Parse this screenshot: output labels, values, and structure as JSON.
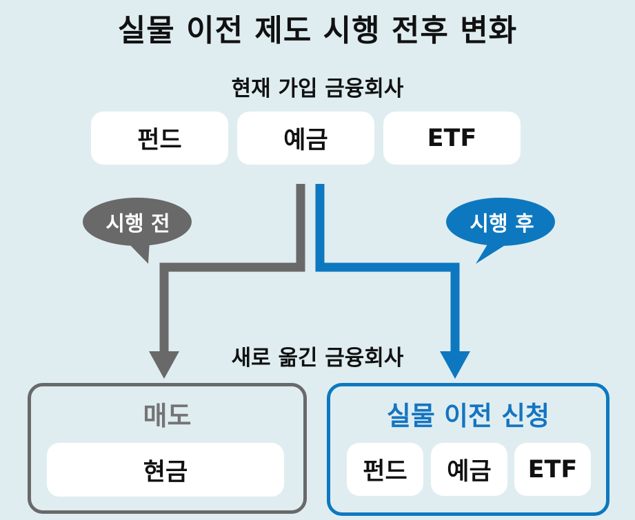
{
  "title": "실물 이전 제도 시행 전후 변화",
  "current": {
    "label": "현재 가입 금융회사",
    "items": [
      "펀드",
      "예금",
      "ETF"
    ]
  },
  "bubbles": {
    "before": "시행 전",
    "after": "시행 후"
  },
  "new_label": "새로 옮긴 금융회사",
  "sell": {
    "title": "매도",
    "item": "현금"
  },
  "transfer": {
    "title": "실물 이전 신청",
    "items": [
      "펀드",
      "예금",
      "ETF"
    ]
  },
  "colors": {
    "background": "#dfedf1",
    "gray": "#696969",
    "blue": "#0d78bf",
    "white": "#ffffff"
  }
}
